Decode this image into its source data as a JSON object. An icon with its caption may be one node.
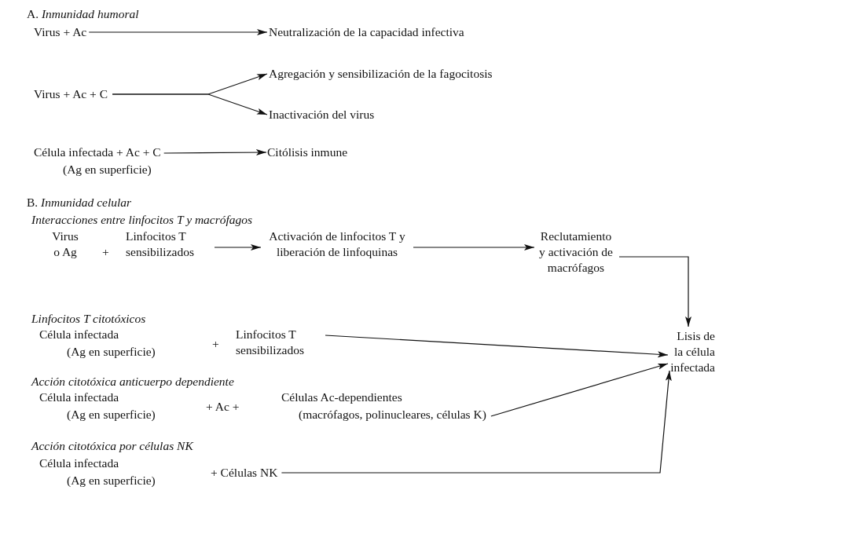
{
  "diagram": {
    "nodes": [
      {
        "text": [
          "Virus + Ac"
        ]
      },
      {
        "text": [
          "Neutralización de la capacidad infectiva"
        ]
      },
      {
        "text": [
          "Virus + Ac + C"
        ]
      },
      {
        "text": [
          "Agregación y sensibilización de la fagocitosis"
        ]
      },
      {
        "text": [
          "Inactivación del virus"
        ]
      },
      {
        "text": [
          "Célula infectada + Ac + C",
          "(Ag en superficie)"
        ]
      },
      {
        "text": [
          "Citólisis inmune"
        ]
      },
      {
        "text": [
          "Virus o Ag",
          "+",
          "Linfocitos T sensibilizados"
        ]
      },
      {
        "text": [
          "Activación de linfocitos T y liberación de linfoquinas"
        ]
      },
      {
        "text": [
          "Reclutamiento y activación de macrófagos"
        ]
      },
      {
        "text": [
          "Célula infectada",
          "(Ag en superficie)",
          "+",
          "Linfocitos T sensibilizados"
        ]
      },
      {
        "text": [
          "Lisis de la célula infectada"
        ]
      },
      {
        "text": [
          "Célula infectada",
          "(Ag en superficie)",
          "+ Ac +",
          "Células Ac-dependientes",
          "(macrófagos, polinucleares, células K)"
        ]
      },
      {
        "text": [
          "Célula infectada",
          "(Ag en superficie)",
          "+ Células NK"
        ]
      }
    ],
    "edges": [
      {
        "from": 0,
        "to": 1,
        "arrow": "to"
      },
      {
        "from": 2,
        "to": 3,
        "arrow": "to"
      },
      {
        "from": 2,
        "to": 4,
        "arrow": "to"
      },
      {
        "from": 5,
        "to": 6,
        "arrow": "to"
      },
      {
        "from": 7,
        "to": 8,
        "arrow": "to"
      },
      {
        "from": 8,
        "to": 9,
        "arrow": "to"
      },
      {
        "from": 9,
        "to": 11,
        "arrow": "to"
      },
      {
        "from": 10,
        "to": 11,
        "arrow": "to"
      },
      {
        "from": 12,
        "to": 11,
        "arrow": "to"
      },
      {
        "from": 13,
        "to": 11,
        "arrow": "to"
      }
    ],
    "labels": [
      "A. *Inmunidad humoral*",
      "B. *Inmunidad celular*",
      "Interacciones entre linfocitos T y macrófagos",
      "Linfocitos T citotóxicos",
      "Acción citotóxica anticuerpo dependiente",
      "Acción citotóxica por células NK"
    ]
  }
}
